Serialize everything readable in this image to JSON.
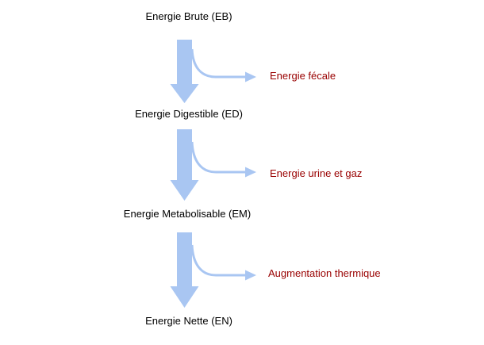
{
  "diagram": {
    "nodes": [
      {
        "id": "EB",
        "label": "Energie Brute (EB)"
      },
      {
        "id": "ED",
        "label": "Energie Digestible (ED)"
      },
      {
        "id": "EM",
        "label": "Energie Metabolisable (EM)"
      },
      {
        "id": "EN",
        "label": "Energie Nette (EN)"
      }
    ],
    "branches": [
      {
        "from": "EB",
        "to": "ED",
        "loss_label": "Energie fécale"
      },
      {
        "from": "ED",
        "to": "EM",
        "loss_label": "Energie urine et gaz"
      },
      {
        "from": "EM",
        "to": "EN",
        "loss_label": "Augmentation thermique"
      }
    ],
    "colors": {
      "arrow": "#A9C6F2",
      "node_text": "#000000",
      "branch_text": "#990000",
      "background": "#FFFFFF"
    }
  }
}
